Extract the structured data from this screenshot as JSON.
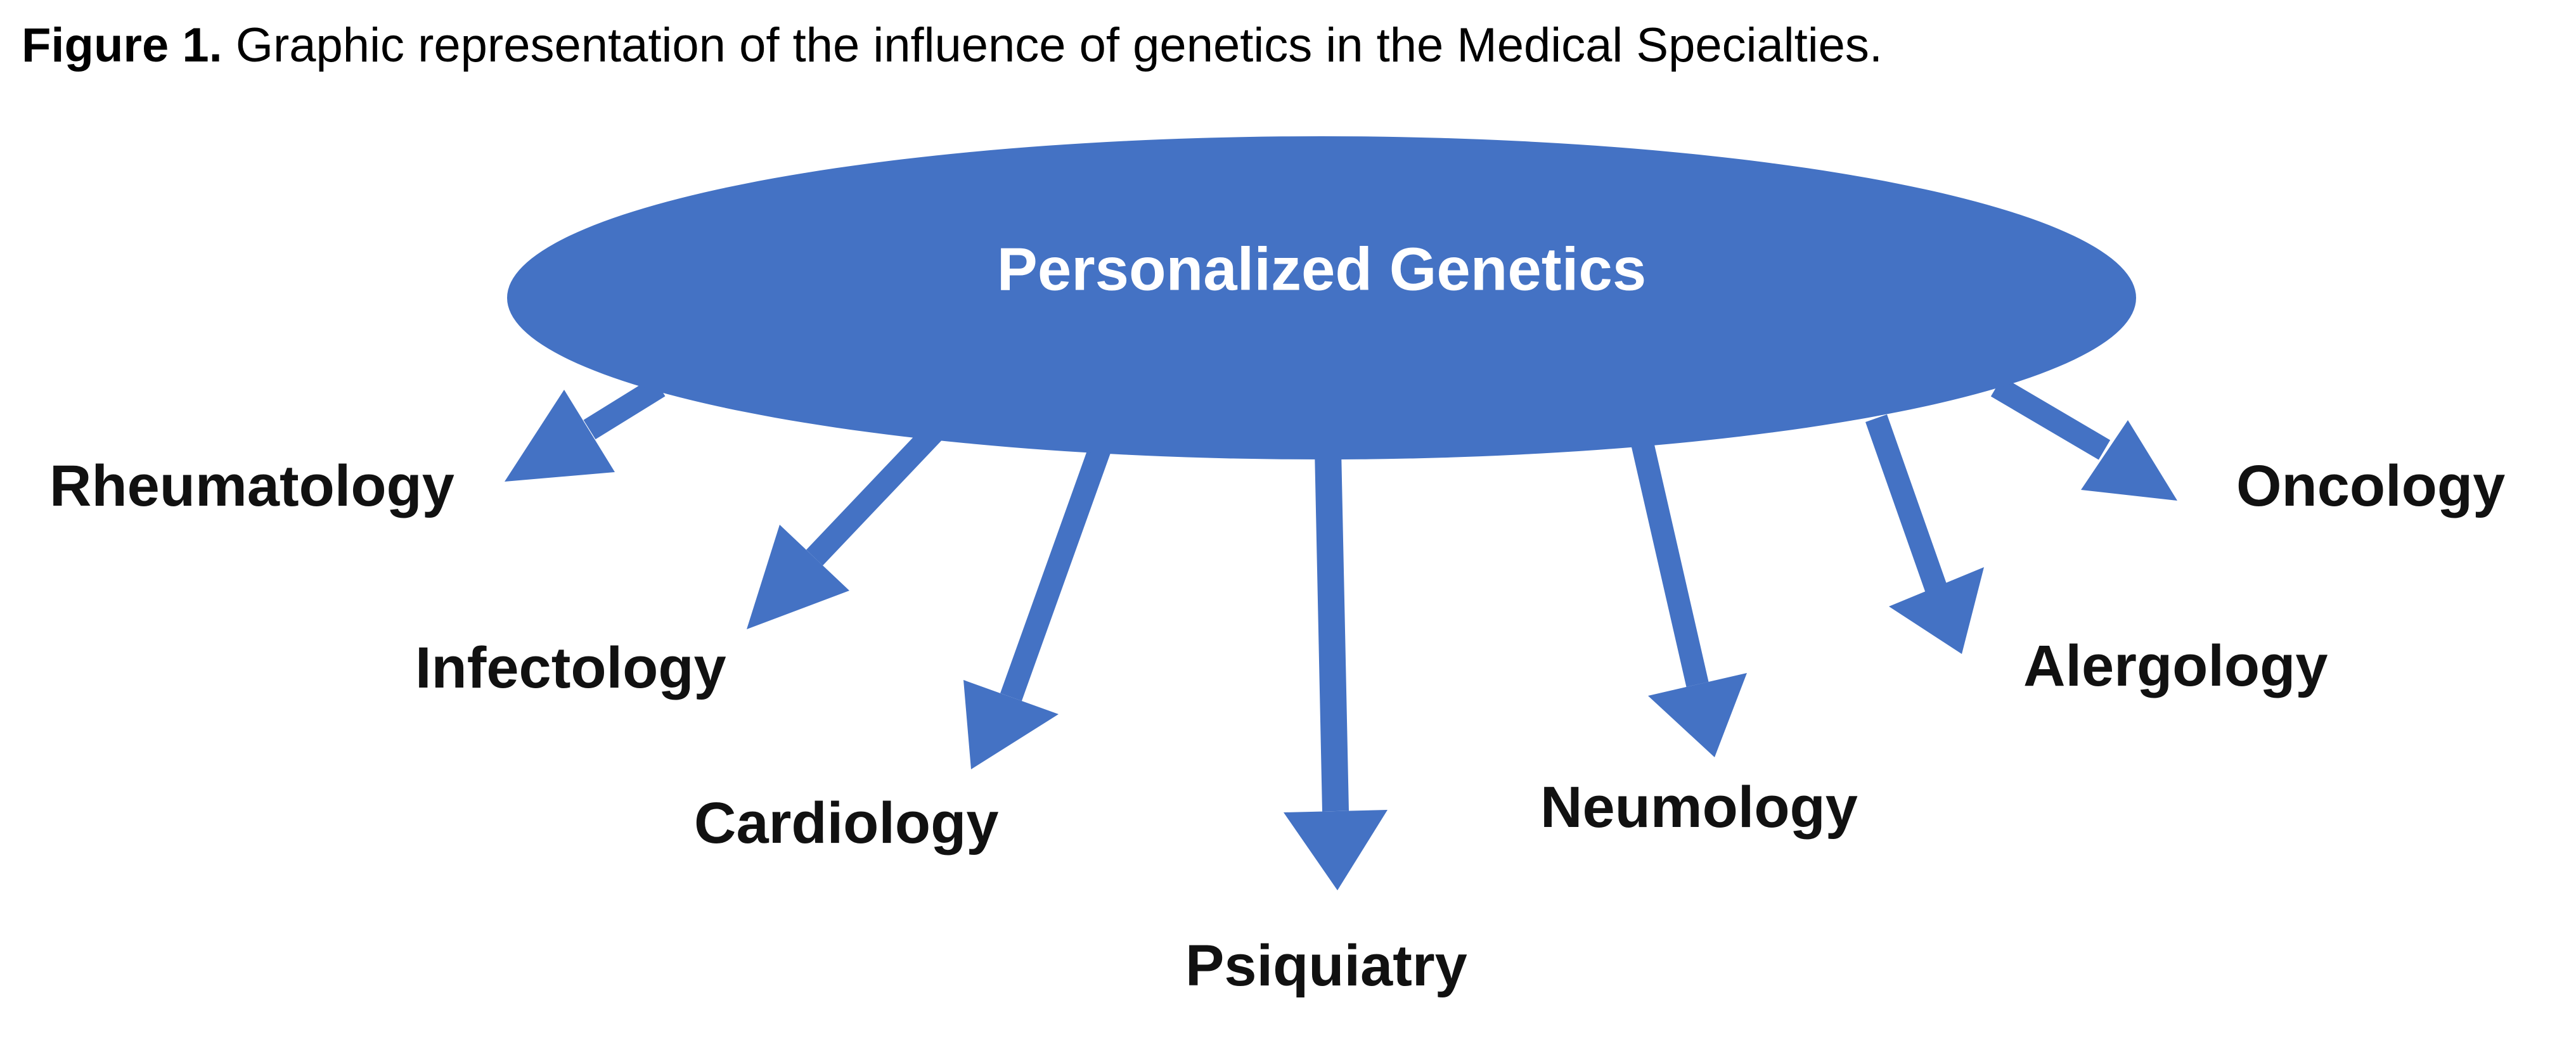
{
  "caption": {
    "label": "Figure 1.",
    "text": " Graphic representation of the influence of genetics in the Medical Specialties."
  },
  "colors": {
    "primary": "#4472C4",
    "center_text": "#ffffff",
    "label_text": "#111111"
  },
  "center_node": {
    "label": "Personalized Genetics"
  },
  "specialties": [
    {
      "id": "rheumatology",
      "label": "Rheumatology"
    },
    {
      "id": "infectology",
      "label": "Infectology"
    },
    {
      "id": "cardiology",
      "label": "Cardiology"
    },
    {
      "id": "psiquiatry",
      "label": "Psiquiatry"
    },
    {
      "id": "neumology",
      "label": "Neumology"
    },
    {
      "id": "alergology",
      "label": "Alergology"
    },
    {
      "id": "oncology",
      "label": "Oncology"
    }
  ]
}
